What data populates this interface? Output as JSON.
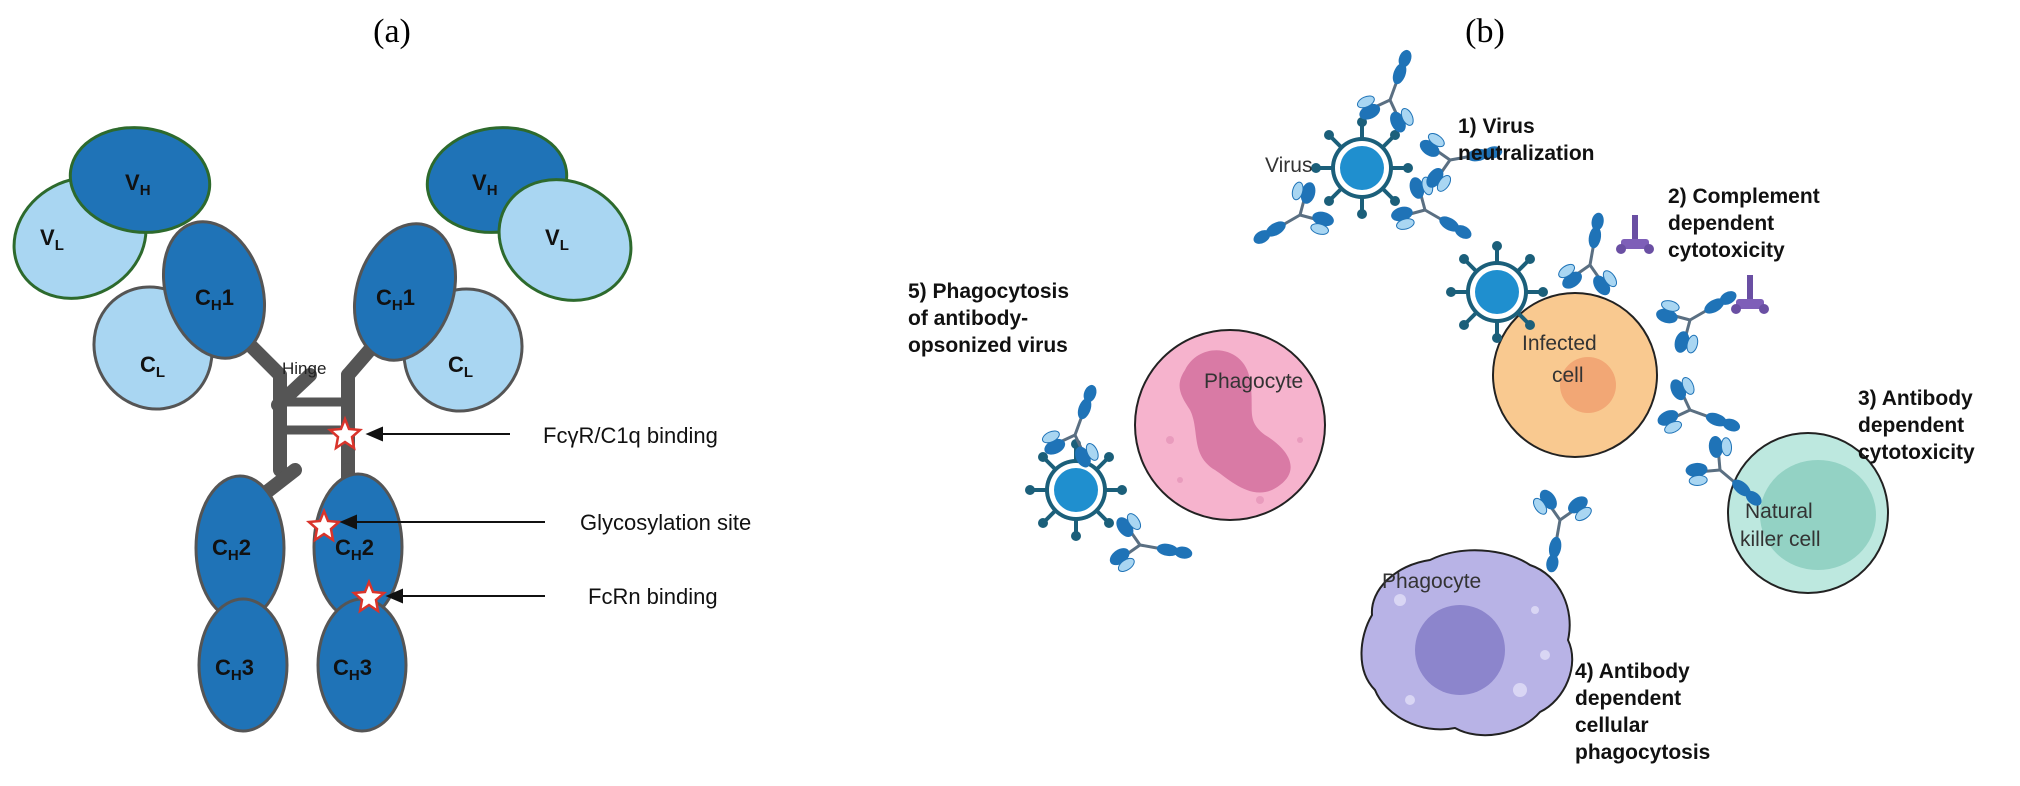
{
  "panels": {
    "a": "(a)",
    "b": "(b)"
  },
  "domains": {
    "vh": {
      "main": "V",
      "sub": "H"
    },
    "vl": {
      "main": "V",
      "sub": "L"
    },
    "ch1": {
      "main": "C",
      "sub": "H",
      "suffix": "1"
    },
    "cl": {
      "main": "C",
      "sub": "L"
    },
    "ch2": {
      "main": "C",
      "sub": "H",
      "suffix": "2"
    },
    "ch3": {
      "main": "C",
      "sub": "H",
      "suffix": "3"
    }
  },
  "hinge": "Hinge",
  "annotations": {
    "fcr": "FcγR/C1q binding",
    "glyco": "Glycosylation site",
    "fcrn": "FcRn binding"
  },
  "mechanisms": {
    "m1": [
      "1) Virus",
      "neutralization"
    ],
    "m2": [
      "2) Complement",
      "dependent",
      "cytotoxicity"
    ],
    "m3": [
      "3) Antibody",
      "dependent",
      "cytotoxicity"
    ],
    "m4": [
      "4) Antibody",
      "dependent",
      "cellular",
      "phagocytosis"
    ],
    "m5": [
      "5) Phagocytosis",
      "of antibody-",
      "opsonized virus"
    ]
  },
  "cells": {
    "virus": "Virus",
    "phagocyte": "Phagocyte",
    "infected": [
      "Infected",
      "cell"
    ],
    "nk": [
      "Natural",
      "killer cell"
    ]
  },
  "colors": {
    "dark_blue": "#1f73b7",
    "light_blue": "#a9d6f2",
    "green_outline": "#2d6a2d",
    "grey_outline": "#555555",
    "hinge": "#555555",
    "star": "#d9342b",
    "pink_cell": "#f6b3cd",
    "orange_cell": "#f9c990",
    "teal_cell": "#bde8df",
    "purple_cell": "#b8b3e6"
  }
}
